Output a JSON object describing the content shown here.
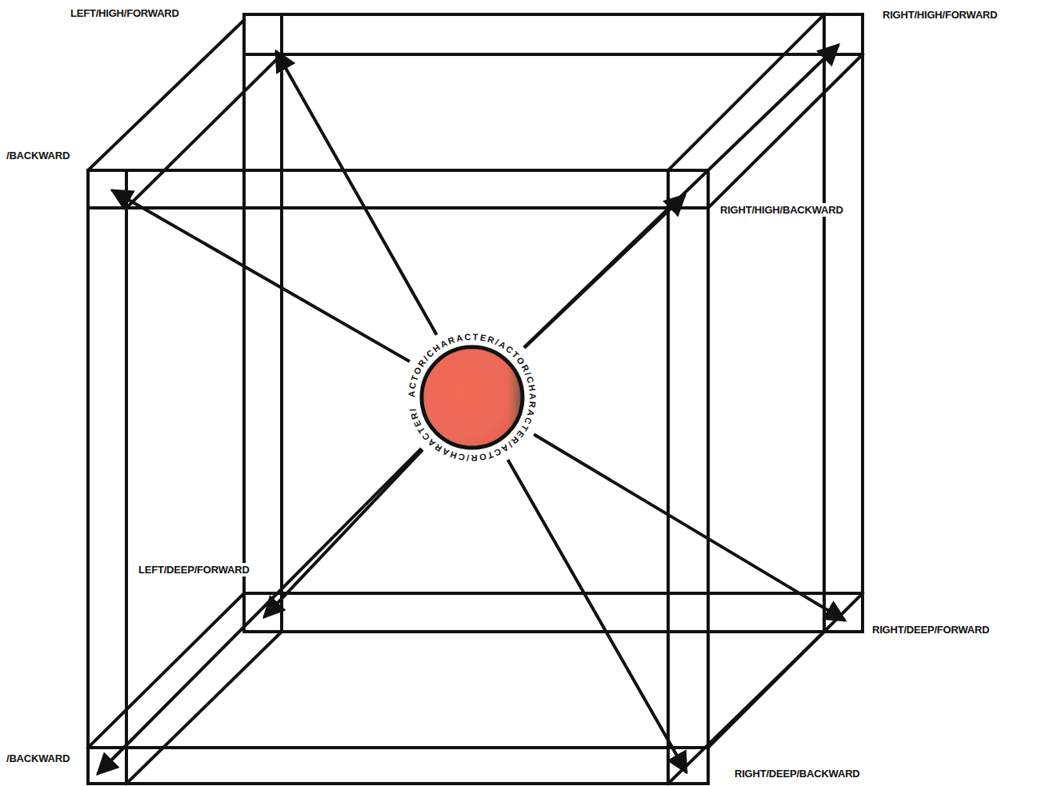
{
  "diagram": {
    "nodes": [
      {
        "text": [
          "ACTOR/CHARACTER/ACTOR/CHARACTER/ACTOR/CHARACTER/"
        ]
      }
    ],
    "labels": [
      "LEFT/HIGH/FORWARD",
      "RIGHT/HIGH/FORWARD",
      "/BACKWARD",
      "RIGHT/HIGH/BACKWARD",
      "LEFT/DEEP/FORWARD",
      "RIGHT/DEEP/FORWARD",
      "/BACKWARD",
      "RIGHT/DEEP/BACKWARD"
    ]
  }
}
